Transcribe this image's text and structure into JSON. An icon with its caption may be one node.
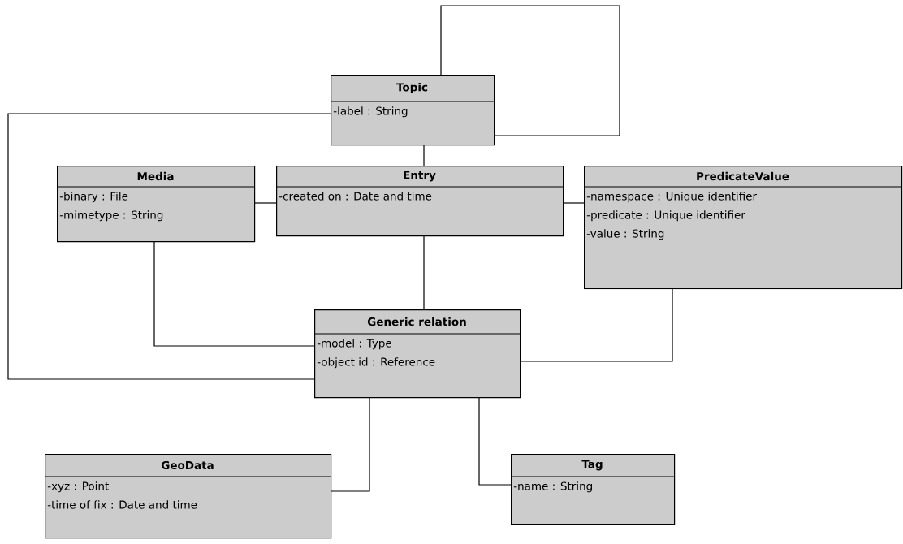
{
  "diagram": {
    "nodes": [
      {
        "text": [
          "Topic",
          "-label : String"
        ]
      },
      {
        "text": [
          "Media",
          "-binary : File",
          "-mimetype : String"
        ]
      },
      {
        "text": [
          "Entry",
          "-created on : Date and time"
        ]
      },
      {
        "text": [
          "PredicateValue",
          "-namespace : Unique identifier",
          "-predicate : Unique identifier",
          "-value : String"
        ]
      },
      {
        "text": [
          "Generic relation",
          "-model : Type",
          "-object id : Reference"
        ]
      },
      {
        "text": [
          "GeoData",
          "-xyz : Point",
          "-time of fix : Date and time"
        ]
      },
      {
        "text": [
          "Tag",
          "-name : String"
        ]
      }
    ],
    "edges": [
      {
        "from": 0,
        "to": 0,
        "arrow": "none"
      },
      {
        "from": 0,
        "to": 2,
        "arrow": "none"
      },
      {
        "from": 0,
        "to": 4,
        "arrow": "none"
      },
      {
        "from": 1,
        "to": 2,
        "arrow": "none"
      },
      {
        "from": 2,
        "to": 3,
        "arrow": "none"
      },
      {
        "from": 1,
        "to": 4,
        "arrow": "none"
      },
      {
        "from": 2,
        "to": 4,
        "arrow": "none"
      },
      {
        "from": 3,
        "to": 4,
        "arrow": "none"
      },
      {
        "from": 4,
        "to": 5,
        "arrow": "none"
      },
      {
        "from": 4,
        "to": 6,
        "arrow": "none"
      }
    ]
  }
}
